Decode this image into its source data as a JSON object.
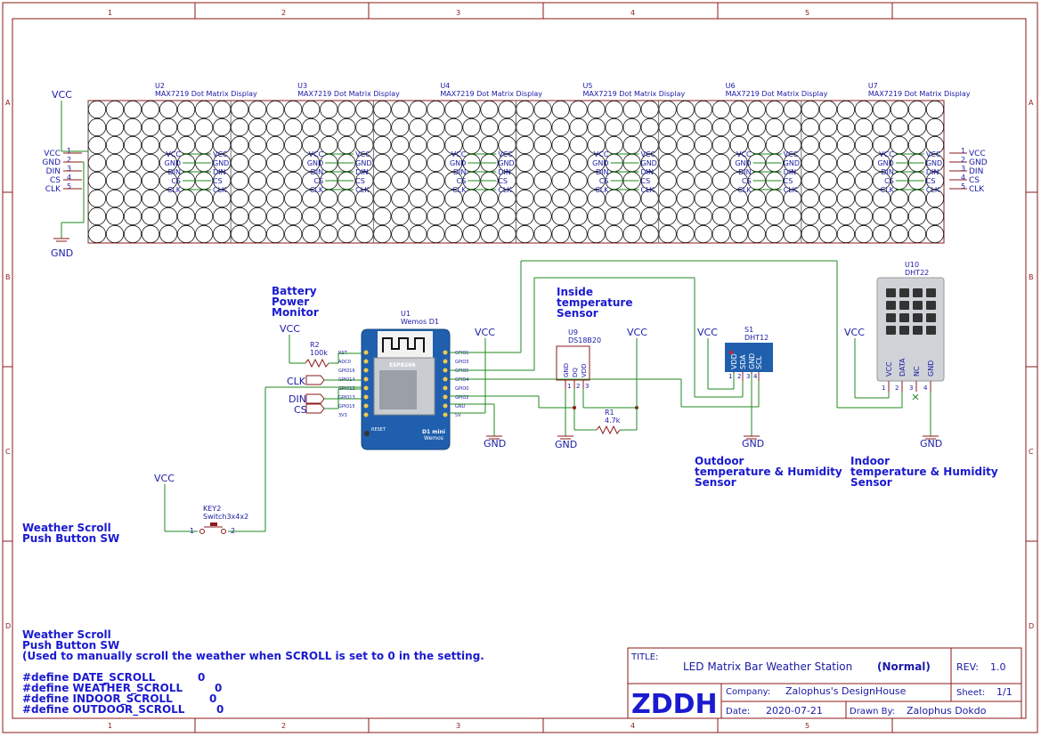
{
  "border": {
    "columns": [
      "1",
      "2",
      "3",
      "4",
      "5"
    ],
    "rows": [
      "A",
      "B",
      "C",
      "D"
    ]
  },
  "power": {
    "vcc": "VCC",
    "gnd": "GND"
  },
  "matrix": {
    "modules": [
      {
        "ref": "U2",
        "value": "MAX7219 Dot Matrix Display"
      },
      {
        "ref": "U3",
        "value": "MAX7219 Dot Matrix Display"
      },
      {
        "ref": "U4",
        "value": "MAX7219 Dot Matrix Display"
      },
      {
        "ref": "U5",
        "value": "MAX7219 Dot Matrix Display"
      },
      {
        "ref": "U6",
        "value": "MAX7219 Dot Matrix Display"
      },
      {
        "ref": "U7",
        "value": "MAX7219 Dot Matrix Display"
      }
    ],
    "pins": [
      "VCC",
      "GND",
      "DIN",
      "CS",
      "CLK"
    ],
    "pin_numbers": [
      "1",
      "2",
      "3",
      "4",
      "5"
    ]
  },
  "wemos": {
    "ref": "U1",
    "value": "Wemos D1",
    "chip": "ESP8266",
    "board": "D1 mini",
    "brand": "Wemos",
    "reset": "RESET",
    "left_pins": [
      "RST",
      "ADC0",
      "GPIO16",
      "GPIO14",
      "GPIO12",
      "GPIO13",
      "GPIO15",
      "3V3"
    ],
    "right_pins": [
      "GPIO1",
      "GPIO3",
      "GPIO5",
      "GPIO4",
      "GPIO0",
      "GPIO2",
      "GND",
      "5V"
    ]
  },
  "r2": {
    "ref": "R2",
    "value": "100k"
  },
  "r1": {
    "ref": "R1",
    "value": "4.7k"
  },
  "u9": {
    "ref": "U9",
    "value": "DS18B20",
    "pins": [
      "GND",
      "DQ",
      "VDD"
    ],
    "nums": [
      "1",
      "2",
      "3"
    ]
  },
  "s1": {
    "ref": "S1",
    "value": "DHT12",
    "pins": [
      "VDD",
      "SDA",
      "GND",
      "SCL"
    ],
    "nums": [
      "1",
      "2",
      "3",
      "4"
    ]
  },
  "u10": {
    "ref": "U10",
    "value": "DHT22",
    "pins": [
      "VCC",
      "DATA",
      "NC",
      "GND"
    ],
    "nums": [
      "1",
      "2",
      "3",
      "4"
    ]
  },
  "key2": {
    "ref": "KEY2",
    "value": "Switch3x4x2",
    "pin1": "1",
    "pin2": "2"
  },
  "net_labels": {
    "clk": "CLK",
    "din": "DIN",
    "cs": "CS"
  },
  "notes": {
    "battery": [
      "Battery",
      "Power",
      "Monitor"
    ],
    "inside": [
      "Inside",
      "temperature",
      "Sensor"
    ],
    "outdoor": [
      "Outdoor",
      "temperature & Humidity",
      "Sensor"
    ],
    "indoor": [
      "Indoor",
      "temperature & Humidity",
      "Sensor"
    ],
    "weather_scroll": [
      "Weather Scroll",
      "Push Button SW"
    ],
    "bottom": [
      "Weather Scroll",
      "Push Button SW",
      "(Used to manually scroll the weather when SCROLL is set to 0 in the setting."
    ],
    "defines": [
      {
        "name": "#define DATE_SCROLL",
        "value": "0"
      },
      {
        "name": "#define WEATHER_SCROLL",
        "value": "0"
      },
      {
        "name": "#define INDOOR_SCROLL",
        "value": "0"
      },
      {
        "name": "#define OUTDOOR_SCROLL",
        "value": "0"
      }
    ]
  },
  "title_block": {
    "title_label": "TITLE:",
    "title": "LED Matrix Bar Weather Station",
    "title_suffix": "(Normal)",
    "rev_label": "REV:",
    "rev": "1.0",
    "logo": "ZDDH",
    "company_label": "Company:",
    "company": "Zalophus's DesignHouse",
    "sheet_label": "Sheet:",
    "sheet": "1/1",
    "date_label": "Date:",
    "date": "2020-07-21",
    "drawn_label": "Drawn By:",
    "drawn": "Zalophus Dokdo"
  }
}
